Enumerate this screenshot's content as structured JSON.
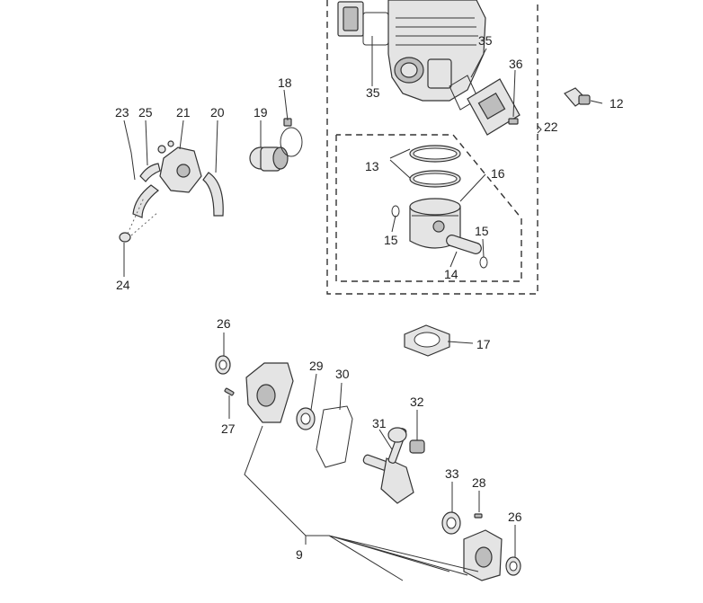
{
  "callouts": {
    "c12": "12",
    "c13": "13",
    "c14": "14",
    "c15a": "15",
    "c15b": "15",
    "c16": "16",
    "c17": "17",
    "c18": "18",
    "c19": "19",
    "c20": "20",
    "c21": "21",
    "c22": "22",
    "c23": "23",
    "c24": "24",
    "c25": "25",
    "c26a": "26",
    "c26b": "26",
    "c27": "27",
    "c28": "28",
    "c29": "29",
    "c30": "30",
    "c31": "31",
    "c32": "32",
    "c33": "33",
    "c35a": "35",
    "c35b": "35",
    "c36": "36",
    "c9": "9"
  },
  "colors": {
    "line": "#333333",
    "part_fill": "#e4e4e4",
    "part_shade": "#bdbdbd",
    "background": "#ffffff"
  }
}
